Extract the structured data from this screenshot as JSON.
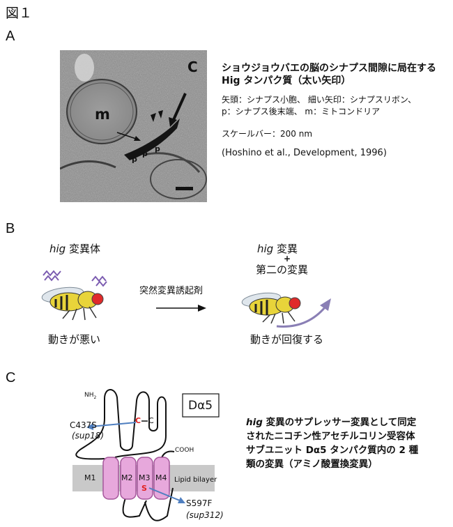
{
  "figure_title": "図１",
  "panel_a": {
    "letter": "A",
    "micrograph": {
      "letter_c": "C",
      "label_m": "m",
      "label_p": "p"
    },
    "caption_title_line1": "ショウジョウバエの脳のシナプス間隙に局在する",
    "caption_title_line2": "Hig タンパク質（太い矢印）",
    "legend_line1": "矢頭：シナプス小胞、 細い矢印：シナプスリボン、",
    "legend_line2": "p：シナプス後末端、 m：ミトコンドリア",
    "scale_bar": "スケールバー：200 nm",
    "citation": "(Hoshino et al., Development, 1996)"
  },
  "panel_b": {
    "letter": "B",
    "left_genotype": "hig",
    "left_label": "変異体",
    "left_outcome": "動きが悪い",
    "arrow_label": "突然変異誘起剤",
    "right_genotype": "hig",
    "right_label": "変異",
    "plus": "+",
    "second_mutation": "第二の変異",
    "right_outcome": "動きが回復する"
  },
  "panel_c": {
    "letter": "C",
    "nh2": "NH",
    "nh2_sub": "2",
    "cooh": "COOH",
    "subunit_box": "Dα5",
    "cys_label": "C",
    "cys_bond": "C",
    "mut1": "C437S",
    "mut1_allele": "(sup18)",
    "mut2": "S597F",
    "mut2_allele": "(sup312)",
    "ser_label": "S",
    "membrane_label": "Lipid bilayer",
    "segments": [
      "M1",
      "M2",
      "M3",
      "M4"
    ],
    "caption_italic": "hig",
    "caption_line1": " 変異のサプレッサー変異として同定",
    "caption_line2": "されたニコチン性アセチルコリン受容体",
    "caption_line3": "サブユニット Dα5 タンパク質内の 2 種",
    "caption_line4": "類の変異（アミノ酸置換変異）",
    "colors": {
      "helix_fill": "#e7a8dc",
      "helix_stroke": "#a4559a",
      "membrane": "#c9c9c9",
      "mutation_red": "#e02020",
      "mutation_arrow": "#4f7fc0"
    }
  }
}
